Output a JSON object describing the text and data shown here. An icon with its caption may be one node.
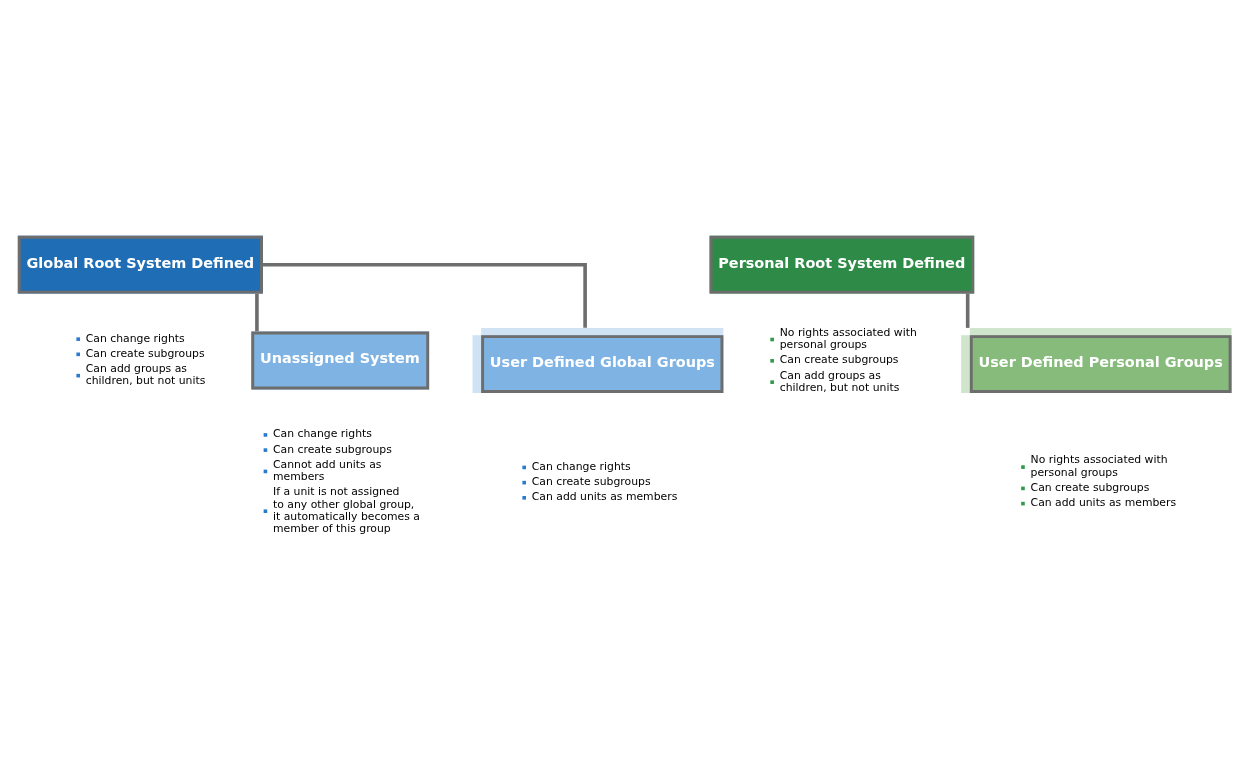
{
  "diagram": {
    "nodes": [
      {
        "text": [
          "Global Root System Defined"
        ],
        "beside": [
          "Can change rights",
          "Can create subgroups",
          "Can add groups as children, but not units"
        ]
      },
      {
        "text": [
          "Personal Root System Defined"
        ],
        "beside": [
          "No rights associated with personal groups",
          "Can create subgroups",
          "Can add groups as children, but not units"
        ]
      },
      {
        "text": [
          "Unassigned System"
        ],
        "beside": [
          "Can change rights",
          "Can create subgroups",
          "Cannot add units as members",
          "If a unit is not assigned to any other global group, it automatically becomes a member of this group"
        ]
      },
      {
        "text": [
          "User Defined Global Groups"
        ],
        "beside": [
          "Can change rights",
          "Can create subgroups",
          "Can add units as members"
        ]
      },
      {
        "text": [
          "User Defined Personal Groups"
        ],
        "beside": [
          "No rights associated with personal groups",
          "Can create subgroups",
          "Can add units as members"
        ]
      }
    ],
    "edges": [
      {
        "from": 0,
        "to": 2,
        "arrow": "none"
      },
      {
        "from": 0,
        "to": 3,
        "arrow": "none"
      },
      {
        "from": 1,
        "to": 4,
        "arrow": "none"
      }
    ]
  }
}
